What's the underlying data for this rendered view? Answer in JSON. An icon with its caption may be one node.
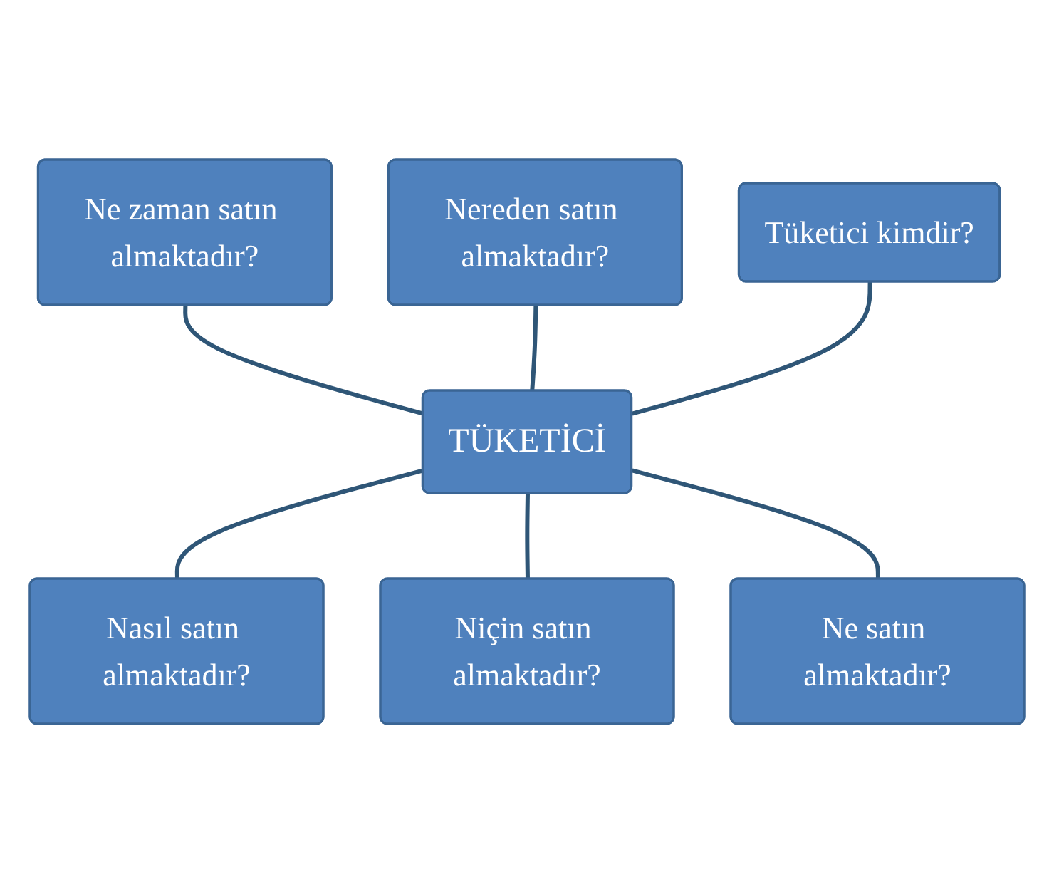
{
  "diagram": {
    "nodes": [
      {
        "text": [
          "Nereden satın almaktadır?"
        ]
      },
      {
        "text": [
          "Ne zaman satın almaktadır?"
        ]
      },
      {
        "text": [
          "Tüketici kimdir?"
        ]
      },
      {
        "text": [
          "TÜKETİCİ"
        ]
      },
      {
        "text": [
          "Nasıl satın almaktadır?"
        ]
      },
      {
        "text": [
          "Ne satın almaktadır?"
        ]
      },
      {
        "text": [
          "Niçin satın almaktadır?"
        ]
      }
    ],
    "edges": [
      {
        "from": 1,
        "to": 3,
        "arrow": "none"
      },
      {
        "from": 0,
        "to": 3,
        "arrow": "none"
      },
      {
        "from": 2,
        "to": 3,
        "arrow": "none"
      },
      {
        "from": 3,
        "to": 4,
        "arrow": "none"
      },
      {
        "from": 3,
        "to": 6,
        "arrow": "none"
      },
      {
        "from": 3,
        "to": 5,
        "arrow": "none"
      }
    ]
  }
}
